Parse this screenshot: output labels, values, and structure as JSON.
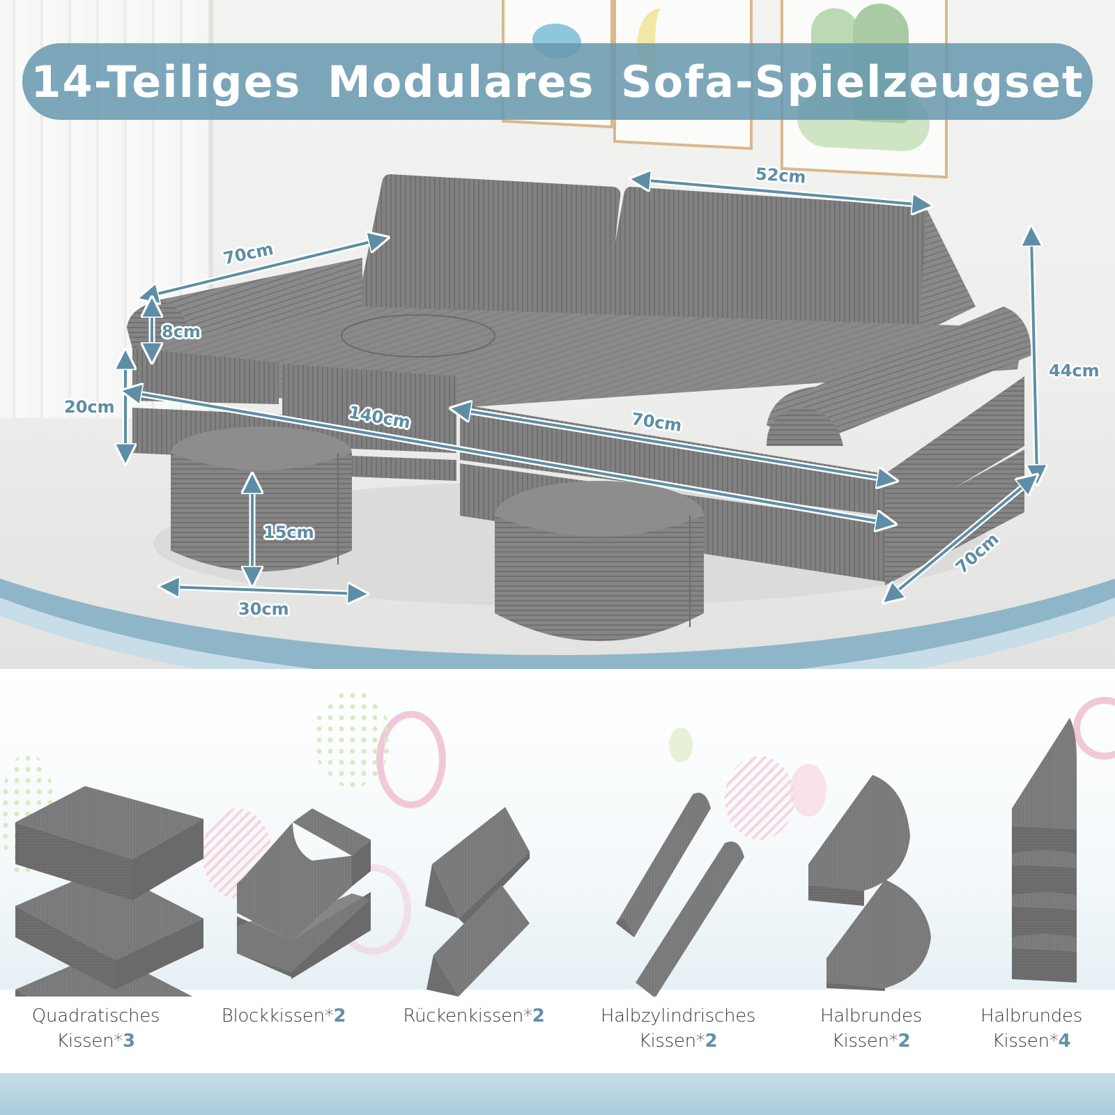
{
  "title": "14-Teiliges Modulares Sofa-Spielzeugset",
  "colors": {
    "accent_blue": "#5d8ea6",
    "banner_blue": "#6898af",
    "foam_gray": "#7c7c7c",
    "label_text": "#3a3a3a"
  },
  "dimensions": {
    "backrest_width": "52cm",
    "armrest_length": "70cm",
    "armrest_height": "8cm",
    "cushion_height": "20cm",
    "total_length": "140cm",
    "seat_length": "70cm",
    "total_height": "44cm",
    "depth": "70cm",
    "ottoman_height": "15cm",
    "ottoman_diameter": "30cm"
  },
  "pieces": [
    {
      "name_line1": "Quadratisches",
      "name_line2": "Kissen*",
      "qty": "3"
    },
    {
      "name_line1": "Blockkissen*",
      "name_line2": "",
      "qty": "2"
    },
    {
      "name_line1": "Rückenkissen*",
      "name_line2": "",
      "qty": "2"
    },
    {
      "name_line1": "Halbzylindrisches",
      "name_line2": "Kissen*",
      "qty": "2"
    },
    {
      "name_line1": "Halbrundes",
      "name_line2": "Kissen*",
      "qty": "2"
    },
    {
      "name_line1": "Halbrundes",
      "name_line2": "Kissen*",
      "qty": "4"
    }
  ]
}
